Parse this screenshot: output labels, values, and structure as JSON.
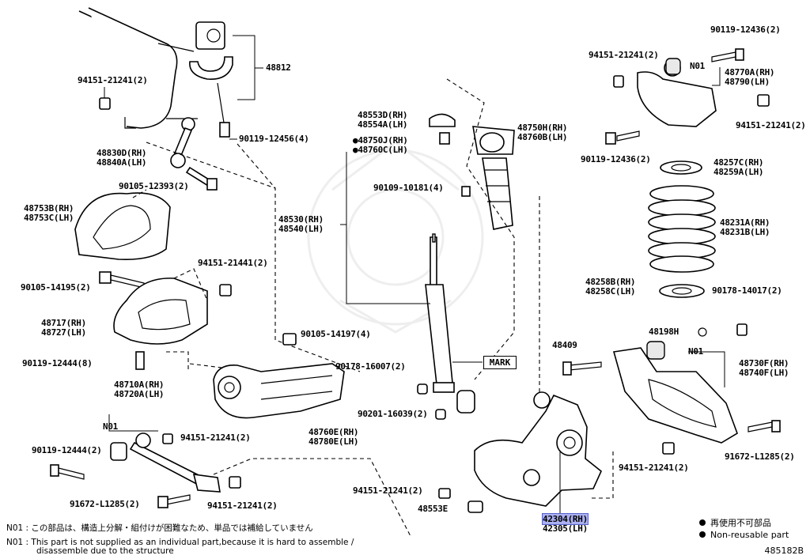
{
  "labels": {
    "p48812": "48812",
    "p94151_a": "94151-21241(2)",
    "p90119_12456": "90119-12456(4)",
    "p48830": [
      "48830D(RH)",
      "48840A(LH)"
    ],
    "p90105_12393": "90105-12393(2)",
    "p48753": [
      "48753B(RH)",
      "48753C(LH)"
    ],
    "p94151_21441": "94151-21441(2)",
    "p90105_14195": "90105-14195(2)",
    "p48717": [
      "48717(RH)",
      "48727(LH)"
    ],
    "p90119_12444a": "90119-12444(8)",
    "p48710": [
      "48710A(RH)",
      "48720A(LH)"
    ],
    "n01_a": "N01",
    "p94151_b": "94151-21241(2)",
    "p90119_12444b": "90119-12444(2)",
    "p91672_a": "91672-L1285(2)",
    "p94151_c": "94151-21241(2)",
    "p48553": [
      "48553D(RH)",
      "48554A(LH)"
    ],
    "p48750j": [
      "●48750J(RH)",
      "●48760C(LH)"
    ],
    "p90109": "90109-10181(4)",
    "p48750h": [
      "48750H(RH)",
      "48760B(LH)"
    ],
    "p48530": [
      "48530(RH)",
      "48540(LH)"
    ],
    "p90105_14197": "90105-14197(4)",
    "mark": "MARK",
    "p90178_16007": "90178-16007(2)",
    "p90201": "90201-16039(2)",
    "p48760e": [
      "48760E(RH)",
      "48780E(LH)"
    ],
    "p94151_d": "94151-21241(2)",
    "p48553e": "48553E",
    "p42304": [
      "42304(RH)",
      "42305(LH)"
    ],
    "p90119_12436a": "90119-12436(2)",
    "p94151_e": "94151-21241(2)",
    "n01_b": "N01",
    "p48770": [
      "48770A(RH)",
      "48790(LH)"
    ],
    "p94151_f": "94151-21241(2)",
    "p90119_12436b": "90119-12436(2)",
    "p48257": [
      "48257C(RH)",
      "48259A(LH)"
    ],
    "p48231": [
      "48231A(RH)",
      "48231B(LH)"
    ],
    "p48258": [
      "48258B(RH)",
      "48258C(LH)"
    ],
    "p90178_14017": "90178-14017(2)",
    "p48198": "48198H",
    "p48409": "48409",
    "n01_c": "N01",
    "p48730": [
      "48730F(RH)",
      "48740F(LH)"
    ],
    "p91672_b": "91672-L1285(2)",
    "p94151_g": "94151-21241(2)"
  },
  "notes": {
    "jp": "N01 : この部品は、構造上分解・組付けが困難なため、単品では補給していません",
    "en1": "N01 :  This part is not supplied as an individual part,because it is hard to assemble /",
    "en2": "disassemble due to the structure"
  },
  "legend": {
    "jp": "再使用不可部品",
    "en": "Non-reusable part"
  },
  "figure_code": "485182B",
  "highlight_color": "#aab0f0"
}
